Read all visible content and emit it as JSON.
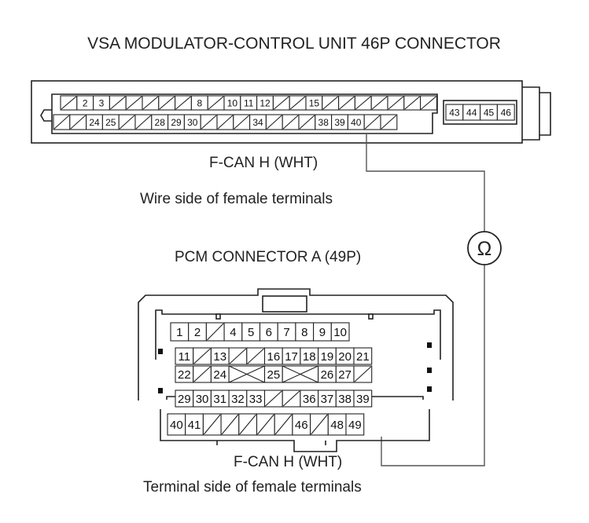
{
  "titles": {
    "vsa_connector": "VSA MODULATOR-CONTROL UNIT 46P CONNECTOR",
    "vsa_signal": "F-CAN H (WHT)",
    "vsa_view": "Wire side of female terminals",
    "pcm_connector": "PCM CONNECTOR A (49P)",
    "pcm_signal": "F-CAN H (WHT)",
    "pcm_view": "Terminal side of female terminals"
  },
  "meter_symbol": "Ω",
  "vsa": {
    "row1": [
      "",
      "2",
      "3",
      "",
      "",
      "",
      "",
      "",
      "8",
      "",
      "10",
      "11",
      "12",
      "",
      "",
      "15",
      "",
      "",
      "",
      "",
      "",
      "",
      ""
    ],
    "row2": [
      "",
      "",
      "24",
      "25",
      "",
      "",
      "28",
      "29",
      "30",
      "",
      "",
      "",
      "34",
      "",
      "",
      "",
      "38",
      "39",
      "40",
      "",
      ""
    ],
    "side": [
      "43",
      "44",
      "45",
      "46"
    ]
  },
  "pcm": {
    "rows": [
      [
        "1",
        "2",
        "",
        "4",
        "5",
        "6",
        "7",
        "8",
        "9",
        "10"
      ],
      [
        "11",
        "",
        "13",
        "",
        "",
        "16",
        "17",
        "18",
        "19",
        "20",
        "21"
      ],
      [
        "22",
        "",
        "24",
        "X",
        "",
        "25",
        "X",
        "",
        "26",
        "27",
        ""
      ],
      [
        "29",
        "30",
        "31",
        "32",
        "33",
        "",
        "",
        "36",
        "37",
        "38",
        "39"
      ],
      [
        "40",
        "41",
        "",
        "",
        "",
        "",
        "",
        "46",
        "",
        "48",
        "49"
      ]
    ]
  }
}
